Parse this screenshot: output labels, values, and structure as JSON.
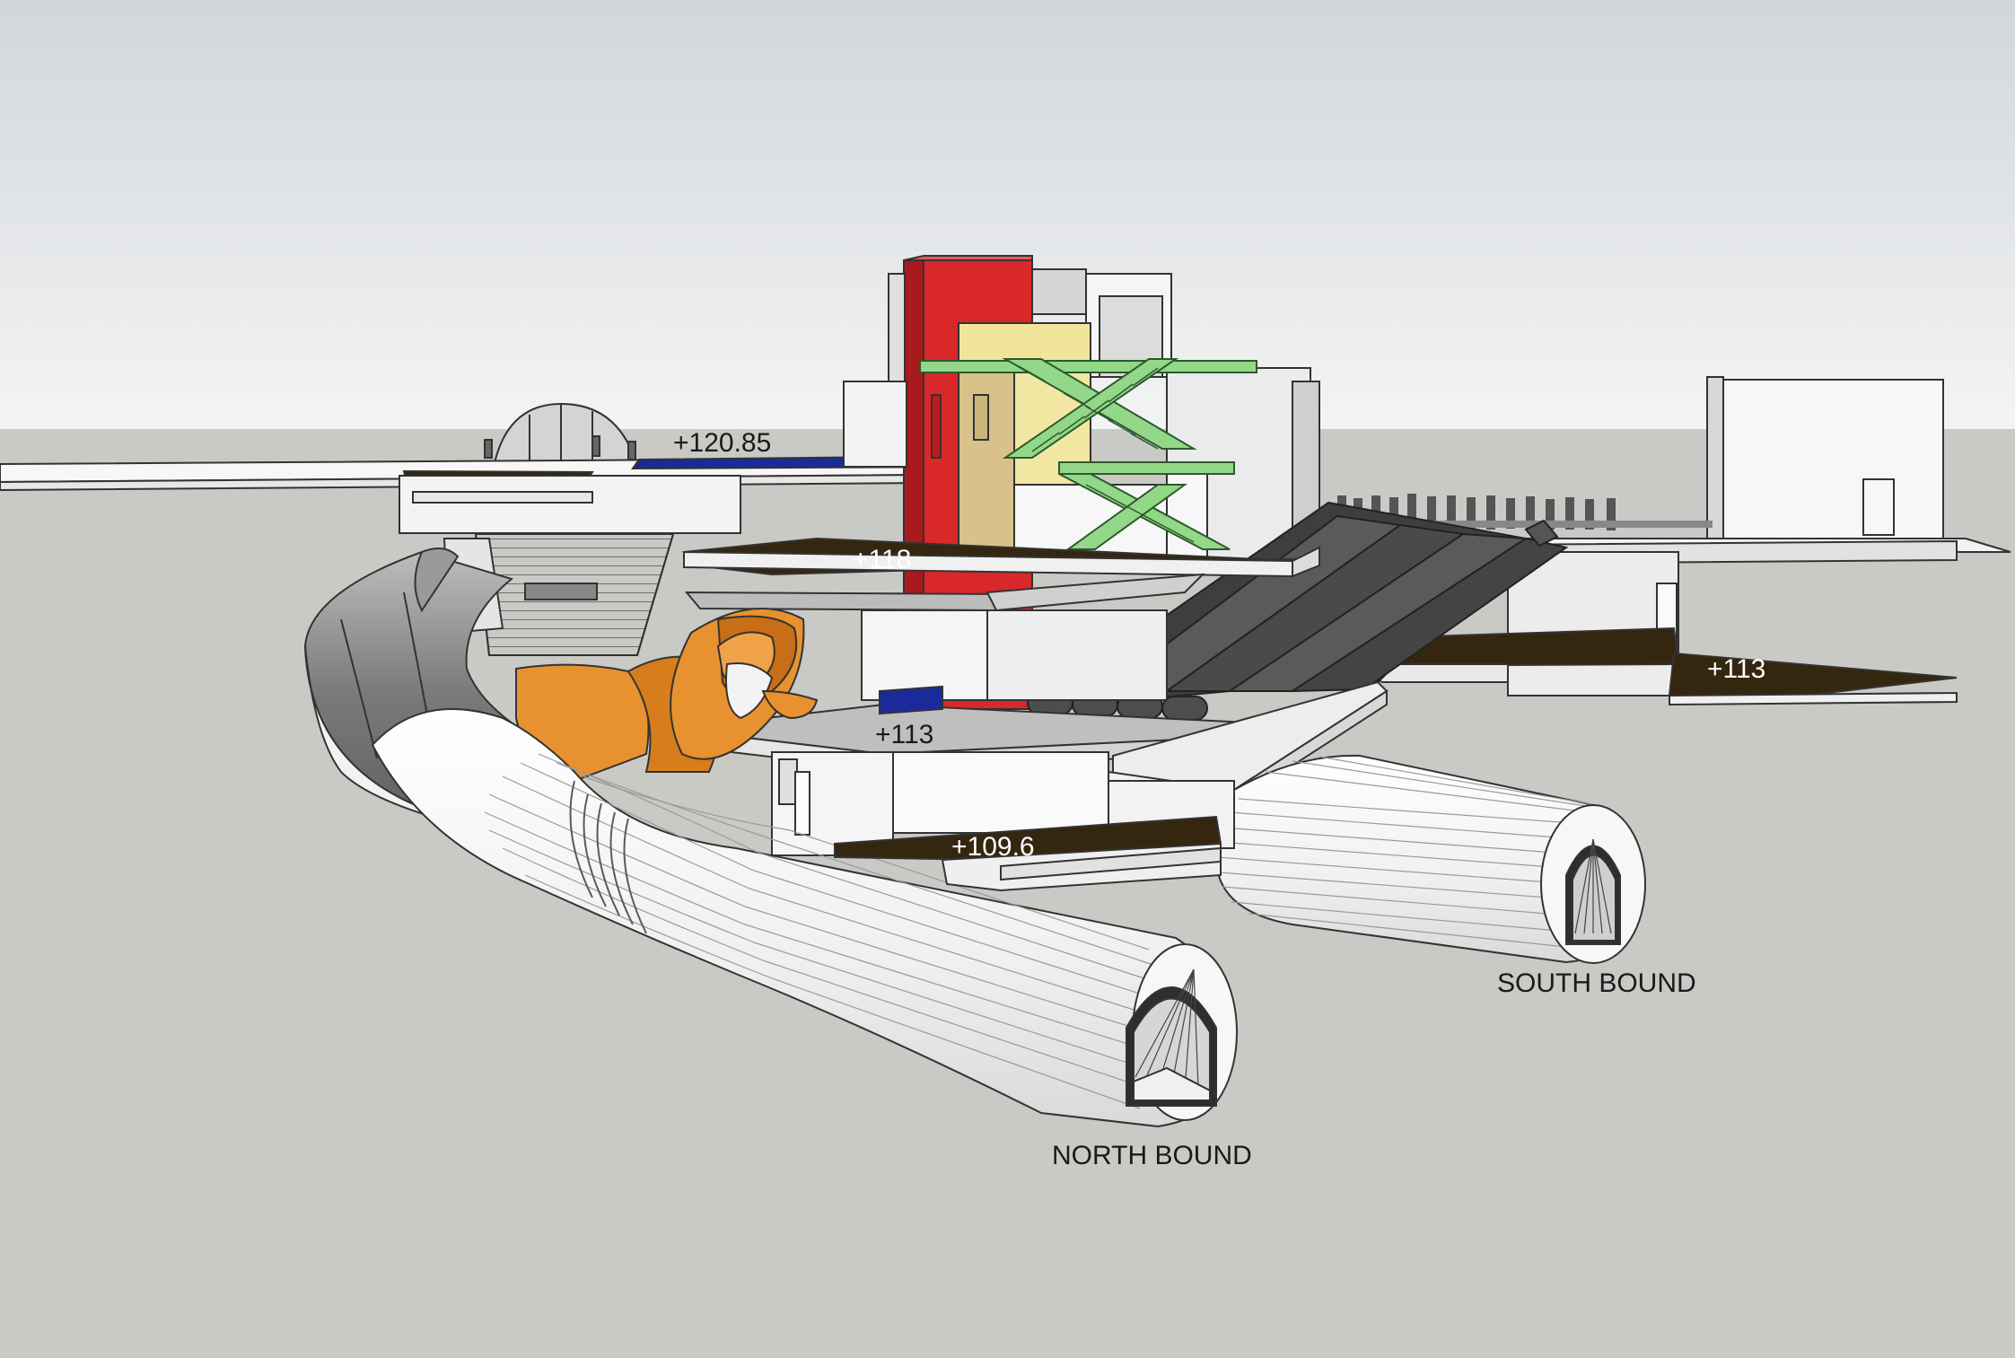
{
  "diagram": {
    "level_labels": {
      "plus_120_85": "+120.85",
      "plus_118": "+118",
      "plus_113_center": "+113",
      "plus_113_right": "+113",
      "plus_109_6": "+109.6"
    },
    "tunnel_labels": {
      "north": "NORTH BOUND",
      "south": "SOUTH BOUND"
    }
  },
  "colors": {
    "sky_top": "#d4d8dc",
    "sky_bottom": "#f2f3f4",
    "ground": "#c9cac6",
    "slab_top": "#35260f",
    "tunnel_gray": "#8e8e8e",
    "tunnel_white": "#f5f5f5",
    "orange": "#e8922f",
    "red": "#d8282a",
    "yellow": "#f1e59a",
    "green": "#93d888",
    "blue": "#1a2a9a",
    "escalator": "#4d4d4d"
  }
}
